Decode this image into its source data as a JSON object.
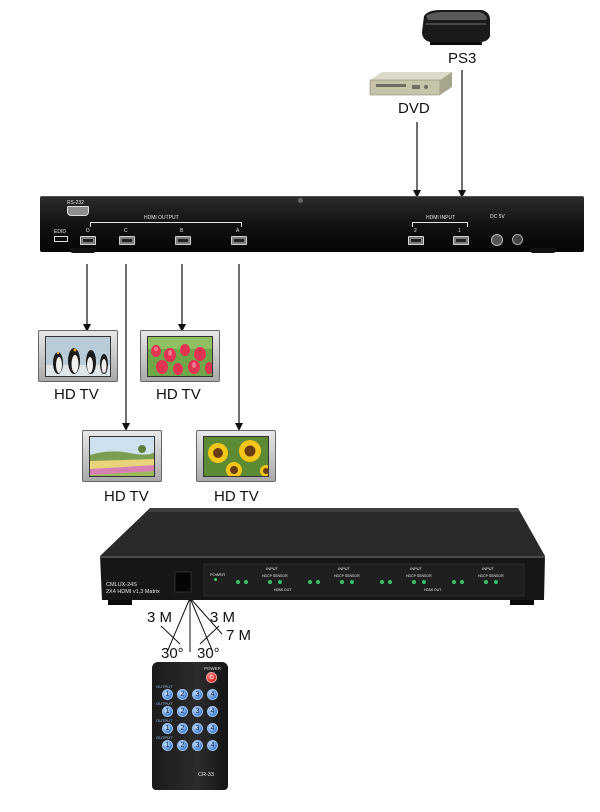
{
  "sources": {
    "ps3": {
      "label": "PS3"
    },
    "dvd": {
      "label": "DVD"
    }
  },
  "back_panel": {
    "rs232_label": "RS-232",
    "hdmi_output_label": "HDMI OUTPUT",
    "hdmi_input_label": "HDMI INPUT",
    "dc_label": "DC 5V",
    "edid_label": "EDID",
    "output_ports": [
      "D",
      "C",
      "B",
      "A"
    ],
    "input_ports": [
      "2",
      "1"
    ]
  },
  "displays": [
    {
      "label": "HD TV",
      "scene": "penguins"
    },
    {
      "label": "HD TV",
      "scene": "tulips"
    },
    {
      "label": "HD TV",
      "scene": "field"
    },
    {
      "label": "HD TV",
      "scene": "sunflowers"
    }
  ],
  "front_unit": {
    "model": "CMLUX-24S",
    "description": "2X4 HDMI v1.3 Matrix",
    "power_label": "POWER",
    "input_label": "INPUT",
    "hdcp_label": "HDCP SENSOR",
    "hdmi_out_label": "HDMI OUT"
  },
  "ir_range": {
    "left_distance": "3 M",
    "right_distance": "3 M",
    "straight_distance": "7 M",
    "left_angle": "30°",
    "right_angle": "30°"
  },
  "remote": {
    "power_label": "POWER",
    "output_label": "OUTPUT",
    "model": "CR-33",
    "buttons": [
      "1",
      "2",
      "3",
      "4"
    ]
  }
}
